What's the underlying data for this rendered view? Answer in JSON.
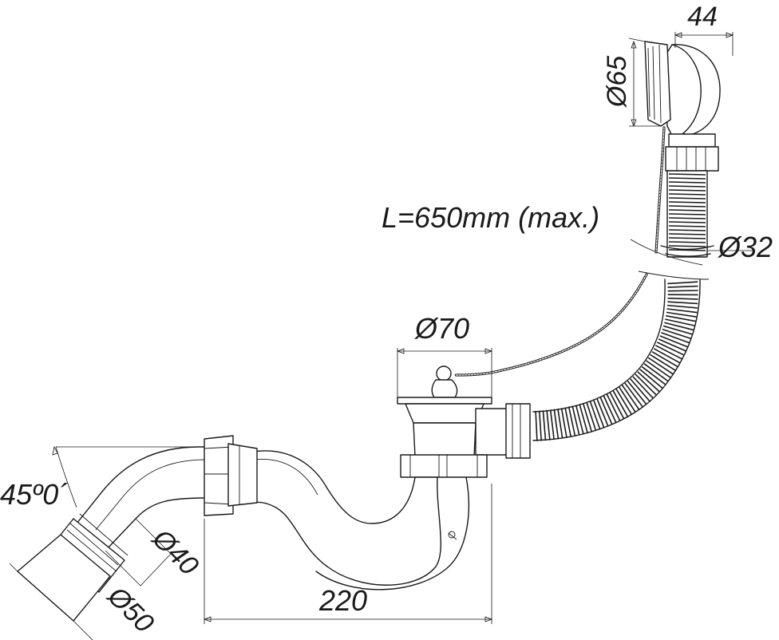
{
  "diagram": {
    "dimensions": {
      "d65": "Ø65",
      "w44": "44",
      "length": "L=650mm (max.)",
      "d32": "Ø32",
      "d70": "Ø70",
      "angle": "45º0´",
      "d40": "Ø40",
      "d50": "Ø50",
      "w220": "220"
    }
  },
  "colors": {
    "line": "#1a1a1a",
    "background": "#ffffff"
  }
}
